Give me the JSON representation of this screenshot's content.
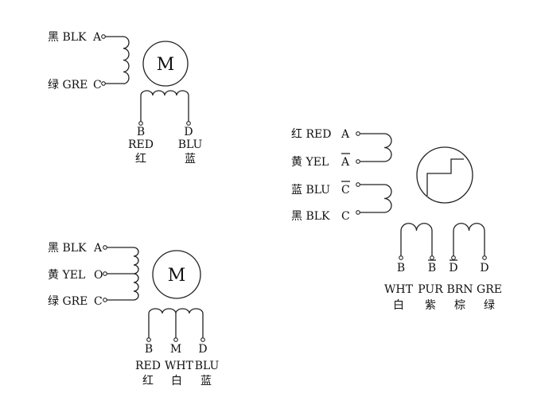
{
  "diagram_1": {
    "left_wires": [
      {
        "wire": "黑 BLK",
        "pin": "A"
      },
      {
        "wire": "绿 GRE",
        "pin": "C"
      }
    ],
    "motor_label": "M",
    "bottom_pins": [
      "B",
      "D"
    ],
    "bottom_wires_en": [
      "RED",
      "BLU"
    ],
    "bottom_wires_cn": [
      "红",
      "蓝"
    ]
  },
  "diagram_2": {
    "left_wires": [
      {
        "wire": "黑 BLK",
        "pin": "A"
      },
      {
        "wire": "黄 YEL",
        "pin": "O"
      },
      {
        "wire": "绿 GRE",
        "pin": "C"
      }
    ],
    "motor_label": "M",
    "bottom_pins": [
      "B",
      "M",
      "D"
    ],
    "bottom_wires_en": [
      "RED",
      "WHT",
      "BLU"
    ],
    "bottom_wires_cn": [
      "红",
      "白",
      "蓝"
    ]
  },
  "diagram_3": {
    "left_wires": [
      {
        "wire": "红 RED",
        "pin": "A"
      },
      {
        "wire": "黄 YEL",
        "pin": "A"
      },
      {
        "wire": "蓝 BLU",
        "pin": "C"
      },
      {
        "wire": "黑 BLK",
        "pin": "C"
      }
    ],
    "bottom_pins": [
      "B",
      "B",
      "D",
      "D"
    ],
    "bottom_wires_en": [
      "WHT",
      "PUR",
      "BRN",
      "GRE"
    ],
    "bottom_wires_cn": [
      "白",
      "紫",
      "棕",
      "绿"
    ]
  }
}
